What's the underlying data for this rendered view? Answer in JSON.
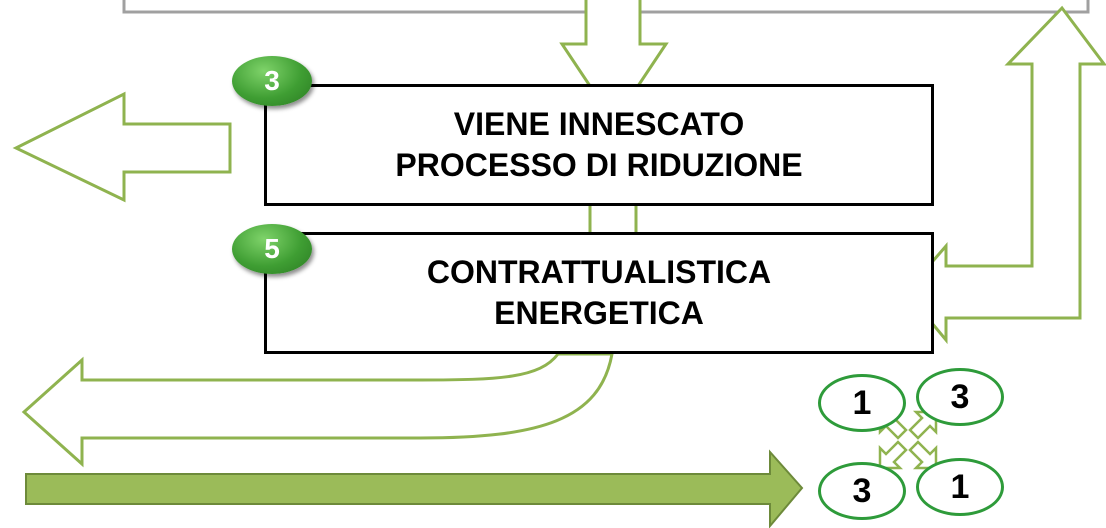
{
  "top_box": {
    "text": ""
  },
  "step3": {
    "badge": "3",
    "line1": "VIENE INNESCATO",
    "line2": "PROCESSO DI RIDUZIONE"
  },
  "step5": {
    "badge": "5",
    "line1": "CONTRATTUALISTICA",
    "line2": "ENERGETICA"
  },
  "legend_circles": {
    "top_left": "1",
    "top_right": "3",
    "bottom_left": "3",
    "bottom_right": "1"
  },
  "colors": {
    "arrow_outline": "#8fb34f",
    "arrow_fill": "#9bbb59",
    "circle_border": "#2e9b3a",
    "badge_green": "#3f9e33"
  }
}
